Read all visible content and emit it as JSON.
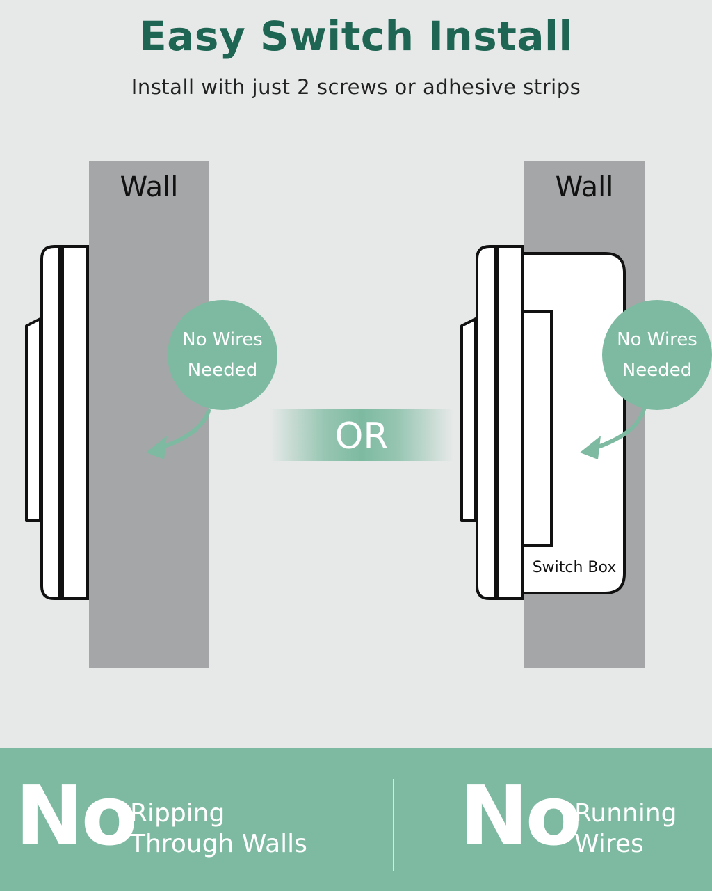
{
  "header": {
    "title": "Easy Switch Install",
    "subtitle": "Install with just 2 screws or adhesive strips"
  },
  "left_panel": {
    "wall_label": "Wall",
    "bubble_line1": "No Wires",
    "bubble_line2": "Needed"
  },
  "divider_text": "OR",
  "right_panel": {
    "wall_label": "Wall",
    "bubble_line1": "No Wires",
    "bubble_line2": "Needed",
    "box_label": "Switch Box"
  },
  "footer": {
    "left": {
      "big": "No",
      "line1": "Ripping",
      "line2": "Through Walls"
    },
    "right": {
      "big": "No",
      "line1": "Running",
      "line2": "Wires"
    }
  },
  "colors": {
    "accent_green": "#7dbaa1",
    "title_green": "#1f6553",
    "wall_gray": "#a5a6a8",
    "background": "#e7e9e8"
  }
}
